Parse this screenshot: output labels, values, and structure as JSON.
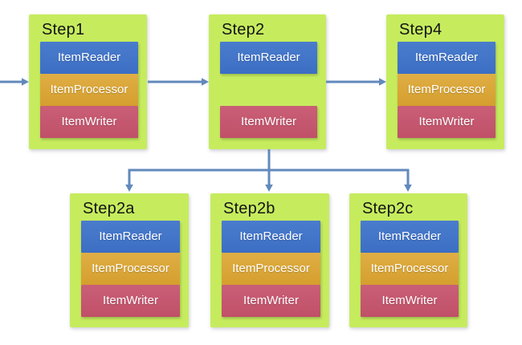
{
  "colors": {
    "bg": "#ffffff",
    "node-fill": "#c6ec5e",
    "reader-fill": "#3c6ec4",
    "processor-fill": "#d59f2e",
    "writer-fill": "#c05068",
    "arrow": "#6289bc",
    "title-text": "#141414",
    "bar-text": "#ffffff"
  },
  "nodes": [
    {
      "label": "Step1",
      "components": [
        {
          "kind": "reader",
          "label": "ItemReader"
        },
        {
          "kind": "processor",
          "label": "ItemProcessor"
        },
        {
          "kind": "writer",
          "label": "ItemWriter"
        }
      ]
    },
    {
      "label": "Step2",
      "components": [
        {
          "kind": "reader",
          "label": "ItemReader"
        },
        {
          "kind": "writer",
          "label": "ItemWriter"
        }
      ]
    },
    {
      "label": "Step4",
      "components": [
        {
          "kind": "reader",
          "label": "ItemReader"
        },
        {
          "kind": "processor",
          "label": "ItemProcessor"
        },
        {
          "kind": "writer",
          "label": "ItemWriter"
        }
      ]
    },
    {
      "label": "Step2a",
      "components": [
        {
          "kind": "reader",
          "label": "ItemReader"
        },
        {
          "kind": "processor",
          "label": "ItemProcessor"
        },
        {
          "kind": "writer",
          "label": "ItemWriter"
        }
      ]
    },
    {
      "label": "Step2b",
      "components": [
        {
          "kind": "reader",
          "label": "ItemReader"
        },
        {
          "kind": "processor",
          "label": "ItemProcessor"
        },
        {
          "kind": "writer",
          "label": "ItemWriter"
        }
      ]
    },
    {
      "label": "Step2c",
      "components": [
        {
          "kind": "reader",
          "label": "ItemReader"
        },
        {
          "kind": "processor",
          "label": "ItemProcessor"
        },
        {
          "kind": "writer",
          "label": "ItemWriter"
        }
      ]
    }
  ],
  "edges": [
    {
      "from": "start",
      "to": "Step1"
    },
    {
      "from": "Step1",
      "to": "Step2"
    },
    {
      "from": "Step2",
      "to": "Step4"
    },
    {
      "from": "Step2",
      "to": "Step2a"
    },
    {
      "from": "Step2",
      "to": "Step2b"
    },
    {
      "from": "Step2",
      "to": "Step2c"
    }
  ]
}
